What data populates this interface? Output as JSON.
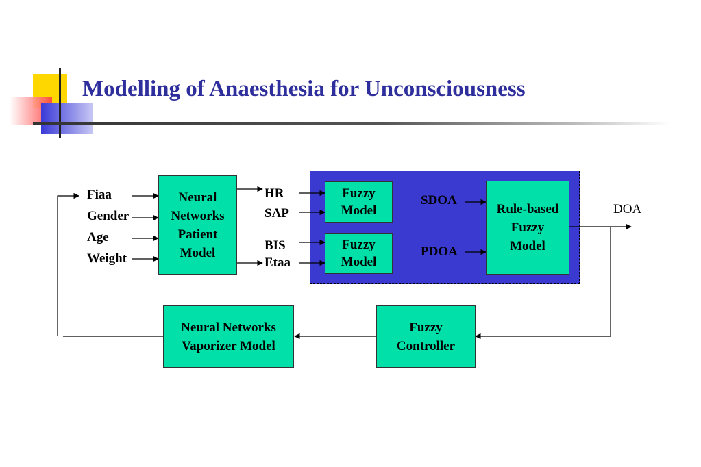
{
  "title": "Modelling of Anaesthesia for Unconsciousness",
  "colors": {
    "title": "#2e2e9c",
    "box_fill": "#00e0a8",
    "panel_fill": "#3a3ad0",
    "deco_yellow": "#ffd700",
    "deco_red": "#ff5a5a",
    "deco_blue": "#4848e0"
  },
  "inputs": [
    "Fiaa",
    "Gender",
    "Age",
    "Weight"
  ],
  "blocks": {
    "patient_model": "Neural\nNetworks\nPatient\nModel",
    "fuzzy_model_1": "Fuzzy\nModel",
    "fuzzy_model_2": "Fuzzy\nModel",
    "rule_based": "Rule-based\nFuzzy\nModel",
    "fuzzy_controller": "Fuzzy\nController",
    "vaporizer_model": "Neural Networks\nVaporizer Model"
  },
  "signals": {
    "hr": "HR",
    "sap": "SAP",
    "bis": "BIS",
    "etaa": "Etaa",
    "sdoa": "SDOA",
    "pdoa": "PDOA",
    "doa": "DOA"
  }
}
